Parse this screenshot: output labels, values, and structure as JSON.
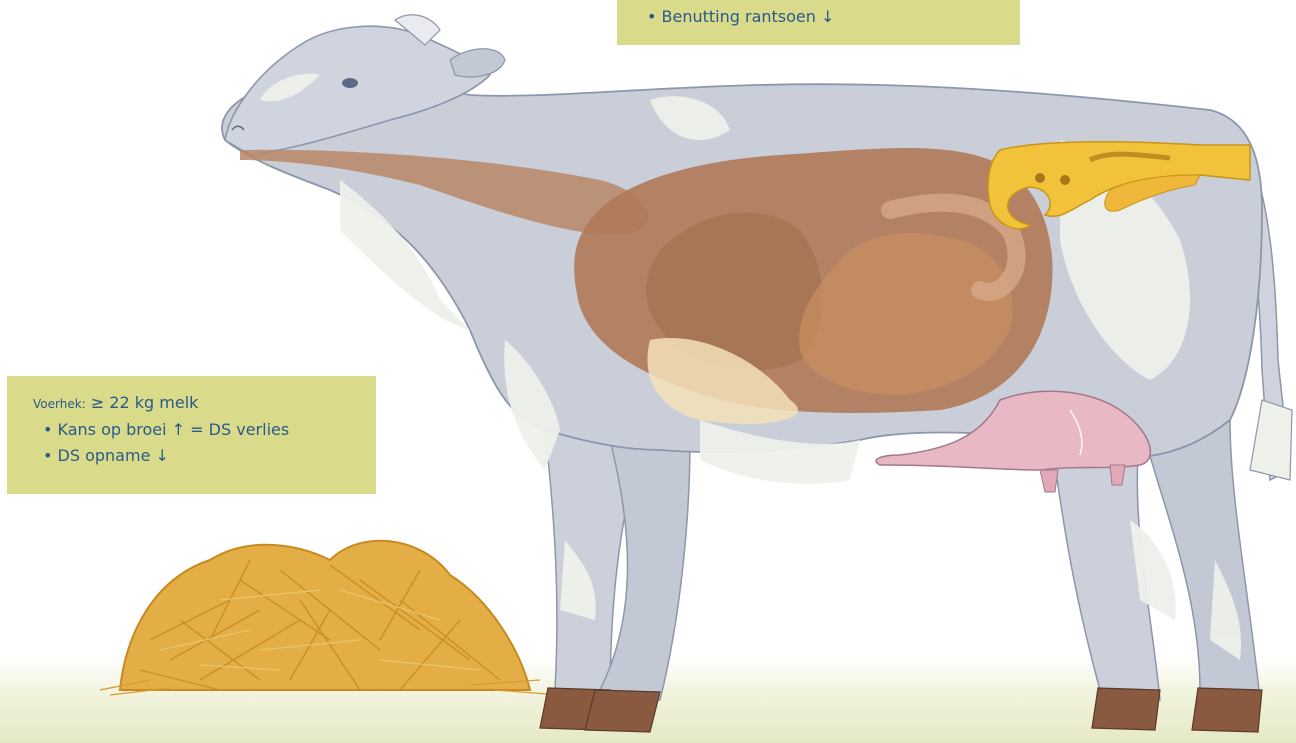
{
  "notes": {
    "top": {
      "bullets": [
        "• Benutting rantsoen ↓"
      ]
    },
    "feeding": {
      "title_prefix": "Voerhek:",
      "title_value": "≥ 22 kg melk",
      "bullets": [
        "• Kans op broei ↑ = DS verlies",
        "• DS opname ↓"
      ]
    }
  },
  "colors": {
    "note_bg": "#d9db8a",
    "note_text": "#2a5a8a",
    "cow_body": "#c9ced9",
    "cow_patch": "#eef0ea",
    "rumen": "#b07a58",
    "intestine": "#d9a06a",
    "reproductive": "#f2c23a",
    "udder": "#e6b4c2",
    "hay": "#e2aa3a",
    "ground": "#eef0d6",
    "hoof": "#8a5a40"
  },
  "icons": {
    "cow": "cow-illustration-icon",
    "hay": "hay-pile-icon"
  }
}
